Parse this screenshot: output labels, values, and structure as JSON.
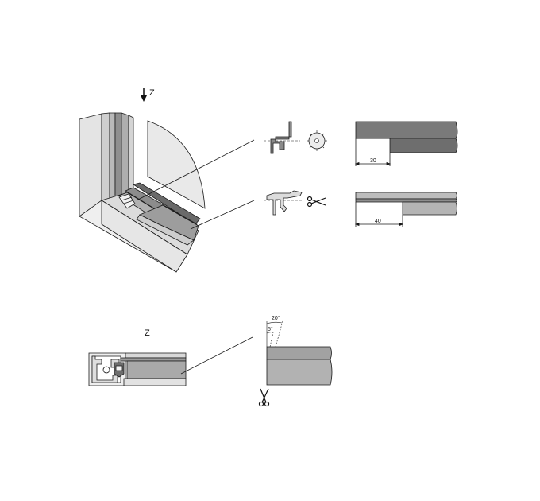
{
  "labels": {
    "direction_top": "Z",
    "direction_bottom": "Z",
    "dim_upper": "30",
    "dim_lower": "40",
    "angle_outer": "20°",
    "angle_inner": "5°"
  },
  "icons": {
    "cut_tool_top": "circular-saw-icon",
    "cut_tool_middle": "scissors-icon",
    "cut_tool_bottom": "scissors-icon",
    "direction_arrow": "arrow-down-icon"
  },
  "colors": {
    "line": "#1a1a1a",
    "dark_fill": "#6f6f6f",
    "mid_fill": "#9a9a9a",
    "light_fill": "#d2d2d2",
    "pale_fill": "#e8e8e8"
  }
}
